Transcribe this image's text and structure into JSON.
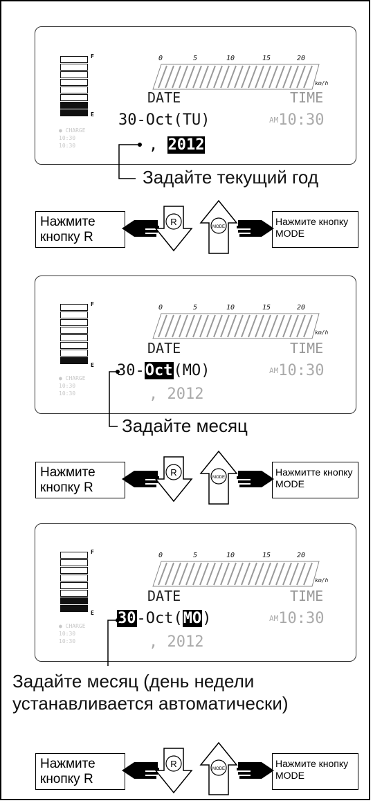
{
  "panels": [
    {
      "speed_ticks": [
        "0",
        "5",
        "10",
        "15",
        "20"
      ],
      "speed_unit": "km/h",
      "battery_full_label": "F",
      "battery_empty_label": "E",
      "charge_label": "CHARGE",
      "charge_time_1": "10:30",
      "charge_time_2": "10:30",
      "date_header": "DATE",
      "time_header": "TIME",
      "date_prefix": "30-",
      "month": "Oct",
      "weekday_open": "(",
      "weekday": "TU",
      "weekday_close": ")",
      "ampm": "AM",
      "clock": "10:30",
      "year_comma": ",",
      "year": "2012",
      "instruction": "Задайте текущий год"
    },
    {
      "speed_ticks": [
        "0",
        "5",
        "10",
        "15",
        "20"
      ],
      "speed_unit": "km/h",
      "battery_full_label": "F",
      "battery_empty_label": "E",
      "charge_label": "CHARGE",
      "charge_time_1": "10:30",
      "charge_time_2": "10:30",
      "date_header": "DATE",
      "time_header": "TIME",
      "day": "30",
      "dash": "-",
      "month": "Oct",
      "weekday": "(MO)",
      "ampm": "AM",
      "clock": "10:30",
      "year_comma": ",",
      "year": "2012",
      "instruction": "Задайте месяц"
    },
    {
      "speed_ticks": [
        "0",
        "5",
        "10",
        "15",
        "20"
      ],
      "speed_unit": "km/h",
      "battery_full_label": "F",
      "battery_empty_label": "E",
      "charge_label": "CHARGE",
      "charge_time_1": "10:30",
      "charge_time_2": "10:30",
      "date_header": "DATE",
      "time_header": "TIME",
      "day": "30",
      "month_part": "-Oct",
      "weekday_open": "(",
      "weekday": "MO",
      "weekday_close": ")",
      "ampm": "AM",
      "clock": "10:30",
      "year_comma": ",",
      "year": "2012",
      "instruction": "Задайте месяц (день недели устанавливается автоматически)"
    }
  ],
  "controls": [
    {
      "left_label": "Нажмите кнопку R",
      "r_button": "R",
      "mode_button": "MODE",
      "right_label": "Нажмите кнопку MODE"
    },
    {
      "left_label": "Нажмите кнопку R",
      "r_button": "R",
      "mode_button": "MODE",
      "right_label": "Нажмитте кнопку MODE"
    },
    {
      "left_label": "Нажмите кнопку R",
      "r_button": "R",
      "mode_button": "MODE",
      "right_label": "Нажмите кнопку MODE"
    }
  ]
}
